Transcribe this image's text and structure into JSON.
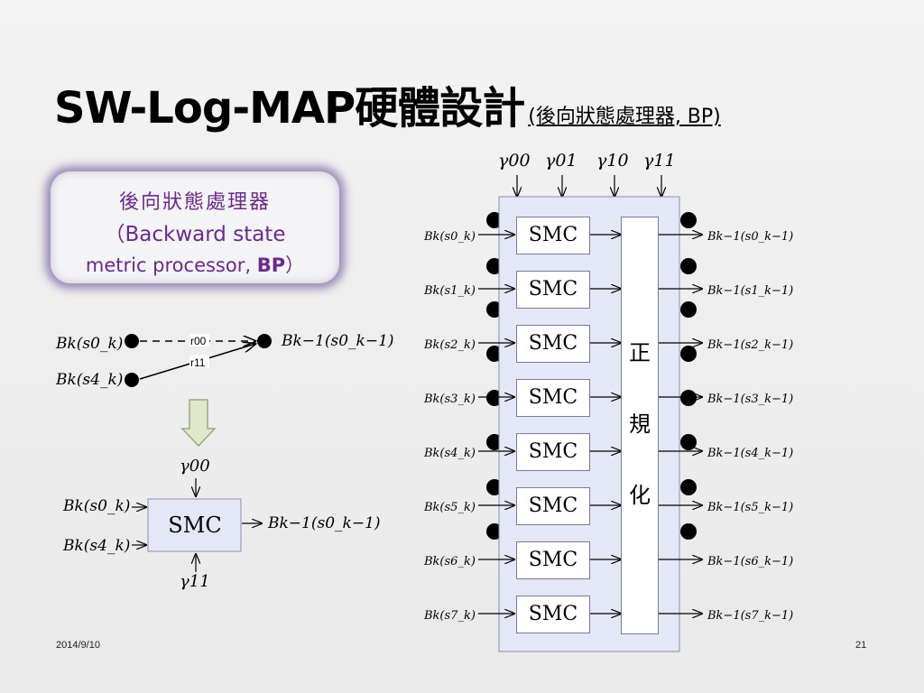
{
  "title": {
    "main": "SW-Log-MAP硬體設計",
    "sub": "(後向狀態處理器, BP)"
  },
  "callout": {
    "line1": "後向狀態處理器",
    "line2": "（Backward state",
    "line3_a": "metric processor, ",
    "line3_b": "BP",
    "line3_c": "）"
  },
  "left_diagram": {
    "in0": "Bk(s0_k)",
    "in4": "Bk(s4_k)",
    "out0": "Bk−1(s0_k−1)",
    "gamma_a": "r00",
    "gamma_b": "r11",
    "smc_label": "SMC",
    "gamma_top": "γ00",
    "gamma_bottom": "γ11"
  },
  "right_diagram": {
    "gammas": [
      "γ00",
      "γ01",
      "γ10",
      "γ11"
    ],
    "smc_labels": [
      "SMC",
      "SMC",
      "SMC",
      "SMC",
      "SMC",
      "SMC",
      "SMC",
      "SMC"
    ],
    "normalize_chars": [
      "正",
      "規",
      "化"
    ],
    "inputs": [
      "Bk(s0_k)",
      "Bk(s1_k)",
      "Bk(s2_k)",
      "Bk(s3_k)",
      "Bk(s4_k)",
      "Bk(s5_k)",
      "Bk(s6_k)",
      "Bk(s7_k)"
    ],
    "outputs": [
      "Bk−1(s0_k−1)",
      "Bk−1(s1_k−1)",
      "Bk−1(s2_k−1)",
      "Bk−1(s3_k−1)",
      "Bk−1(s4_k−1)",
      "Bk−1(s5_k−1)",
      "Bk−1(s6_k−1)",
      "Bk−1(s7_k−1)"
    ]
  },
  "footer": {
    "date": "2014/9/10",
    "page": "21"
  }
}
